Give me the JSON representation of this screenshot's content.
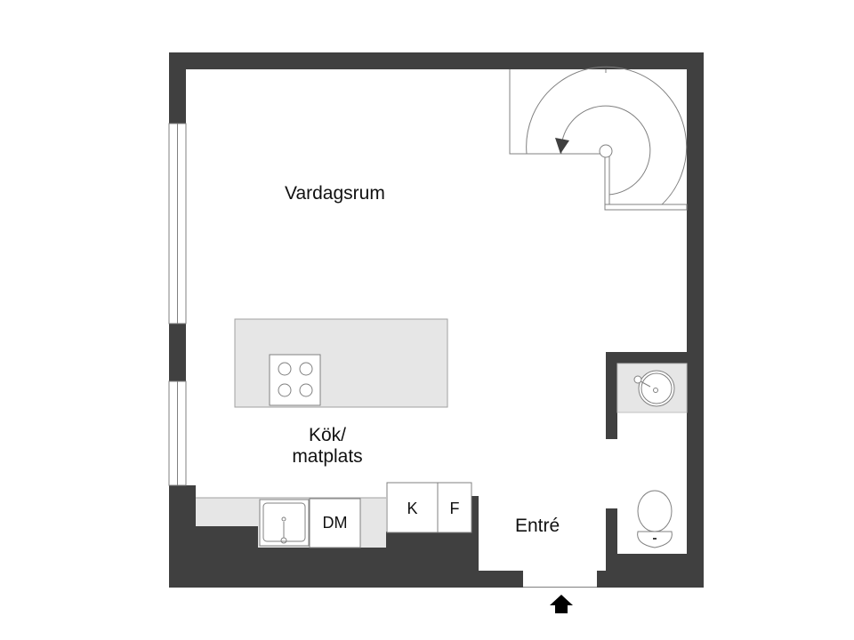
{
  "floor_plan": {
    "colors": {
      "wall": "#404040",
      "floor": "#ffffff",
      "counter": "#e6e6e6",
      "line": "#808080",
      "text": "#111111"
    },
    "rooms": [
      {
        "id": "living",
        "label": "Vardagsrum"
      },
      {
        "id": "kitchen",
        "label_line1": "Kök/",
        "label_line2": "matplats"
      },
      {
        "id": "entrance",
        "label": "Entré"
      }
    ],
    "appliances": {
      "dishwasher": "DM",
      "freezer": "K",
      "fridge": "F"
    },
    "fixtures": [
      "spiral-staircase",
      "kitchen-island",
      "cooktop",
      "kitchen-sink",
      "bathroom-sink",
      "toilet",
      "windows",
      "entrance-arrow"
    ]
  }
}
